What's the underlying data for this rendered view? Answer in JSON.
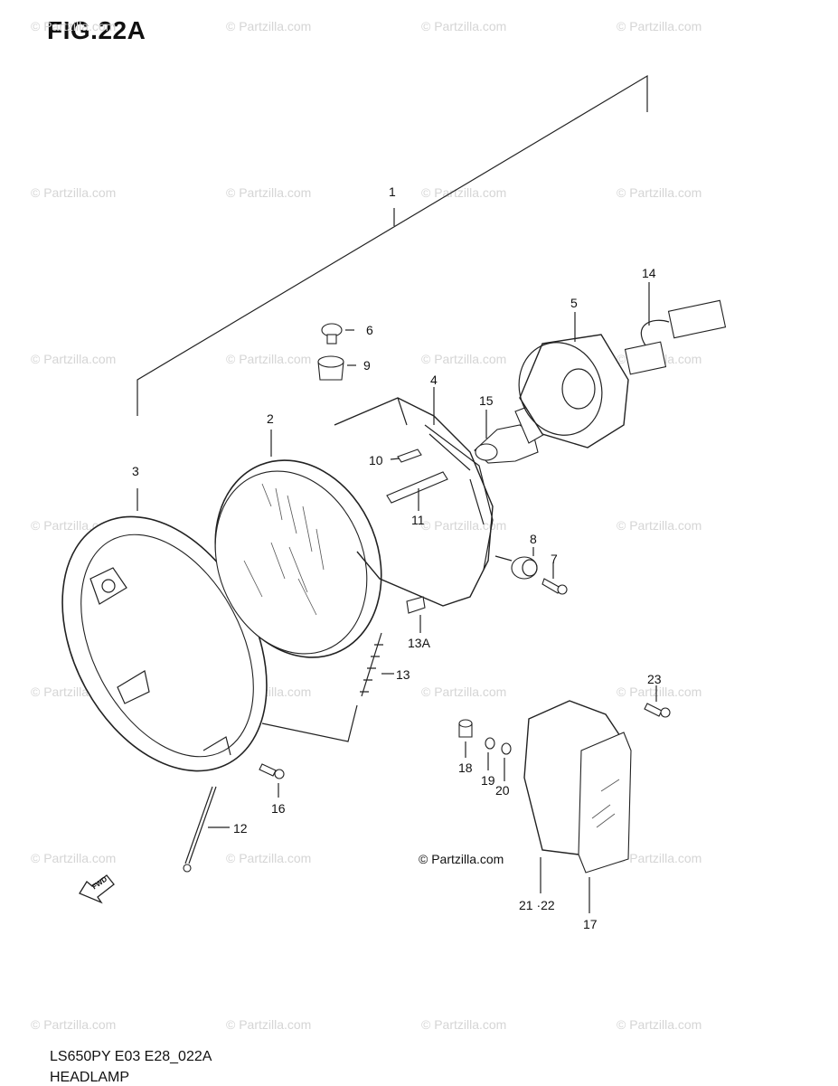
{
  "figure": {
    "title": "FIG.22A"
  },
  "footer": {
    "model_code": "LS650PY E03 E28_022A",
    "section_name": "HEADLAMP"
  },
  "watermark": {
    "text": "© Partzilla.com"
  },
  "credit": {
    "text": "© Partzilla.com"
  },
  "fwd_badge": {
    "text": "FWD"
  },
  "callouts": [
    {
      "id": "1",
      "label": "1"
    },
    {
      "id": "2",
      "label": "2"
    },
    {
      "id": "3",
      "label": "3"
    },
    {
      "id": "4",
      "label": "4"
    },
    {
      "id": "5",
      "label": "5"
    },
    {
      "id": "6",
      "label": "6"
    },
    {
      "id": "7",
      "label": "7"
    },
    {
      "id": "8",
      "label": "8"
    },
    {
      "id": "9",
      "label": "9"
    },
    {
      "id": "10",
      "label": "10"
    },
    {
      "id": "11",
      "label": "11"
    },
    {
      "id": "12",
      "label": "12"
    },
    {
      "id": "13",
      "label": "13"
    },
    {
      "id": "13A",
      "label": "13A"
    },
    {
      "id": "14",
      "label": "14"
    },
    {
      "id": "15",
      "label": "15"
    },
    {
      "id": "16",
      "label": "16"
    },
    {
      "id": "17",
      "label": "17"
    },
    {
      "id": "18",
      "label": "18"
    },
    {
      "id": "19",
      "label": "19"
    },
    {
      "id": "20",
      "label": "20"
    },
    {
      "id": "21-22",
      "label": "21 ·22"
    },
    {
      "id": "23",
      "label": "23"
    }
  ]
}
